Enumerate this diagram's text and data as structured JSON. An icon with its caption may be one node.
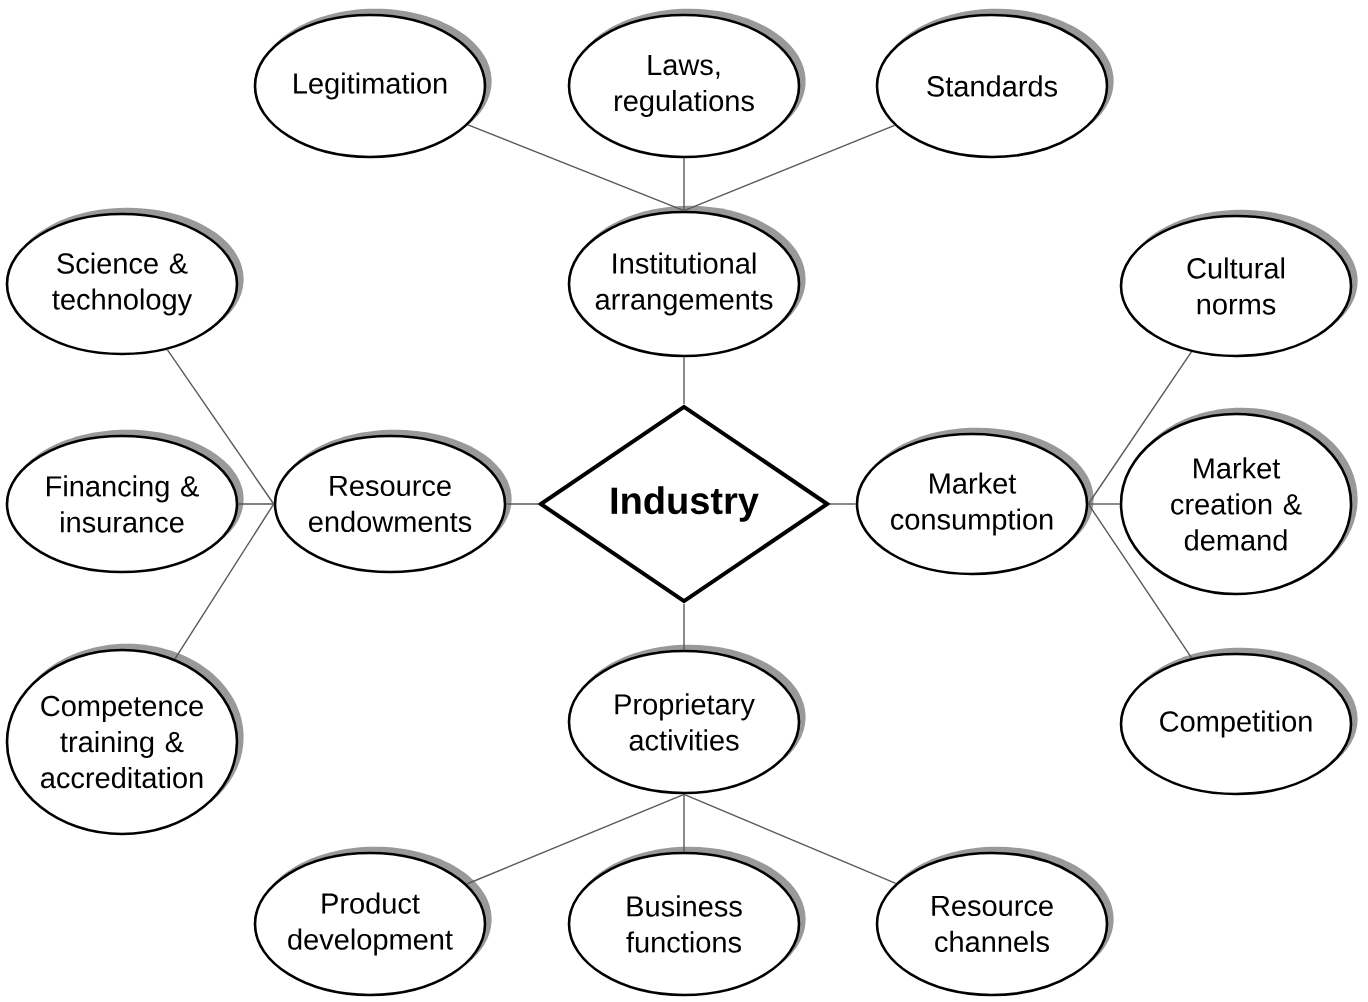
{
  "diagram": {
    "nodes": [
      {
        "text": [
          "Legitimation"
        ]
      },
      {
        "text": [
          "Laws, regulations"
        ]
      },
      {
        "text": [
          "Standards"
        ]
      },
      {
        "text": [
          "Science & technology"
        ]
      },
      {
        "text": [
          "Institutional arrangements"
        ]
      },
      {
        "text": [
          "Cultural norms"
        ]
      },
      {
        "text": [
          "Financing & insurance"
        ]
      },
      {
        "text": [
          "Resource endowments"
        ]
      },
      {
        "text": [
          "Industry"
        ]
      },
      {
        "text": [
          "Market consumption"
        ]
      },
      {
        "text": [
          "Market creation & demand"
        ]
      },
      {
        "text": [
          "Competence training & accreditation"
        ]
      },
      {
        "text": [
          "Proprietary activities"
        ]
      },
      {
        "text": [
          "Competition"
        ]
      },
      {
        "text": [
          "Product development"
        ]
      },
      {
        "text": [
          "Business functions"
        ]
      },
      {
        "text": [
          "Resource channels"
        ]
      }
    ],
    "edges": [
      {
        "from": 4,
        "to": 0,
        "arrow": "none"
      },
      {
        "from": 4,
        "to": 1,
        "arrow": "none"
      },
      {
        "from": 4,
        "to": 2,
        "arrow": "none"
      },
      {
        "from": 8,
        "to": 4,
        "arrow": "none"
      },
      {
        "from": 7,
        "to": 3,
        "arrow": "none"
      },
      {
        "from": 7,
        "to": 6,
        "arrow": "none"
      },
      {
        "from": 7,
        "to": 11,
        "arrow": "none"
      },
      {
        "from": 8,
        "to": 7,
        "arrow": "none"
      },
      {
        "from": 8,
        "to": 9,
        "arrow": "none"
      },
      {
        "from": 9,
        "to": 5,
        "arrow": "none"
      },
      {
        "from": 9,
        "to": 10,
        "arrow": "none"
      },
      {
        "from": 9,
        "to": 13,
        "arrow": "none"
      },
      {
        "from": 8,
        "to": 12,
        "arrow": "none"
      },
      {
        "from": 12,
        "to": 14,
        "arrow": "none"
      },
      {
        "from": 12,
        "to": 15,
        "arrow": "none"
      },
      {
        "from": 12,
        "to": 16,
        "arrow": "none"
      }
    ]
  }
}
